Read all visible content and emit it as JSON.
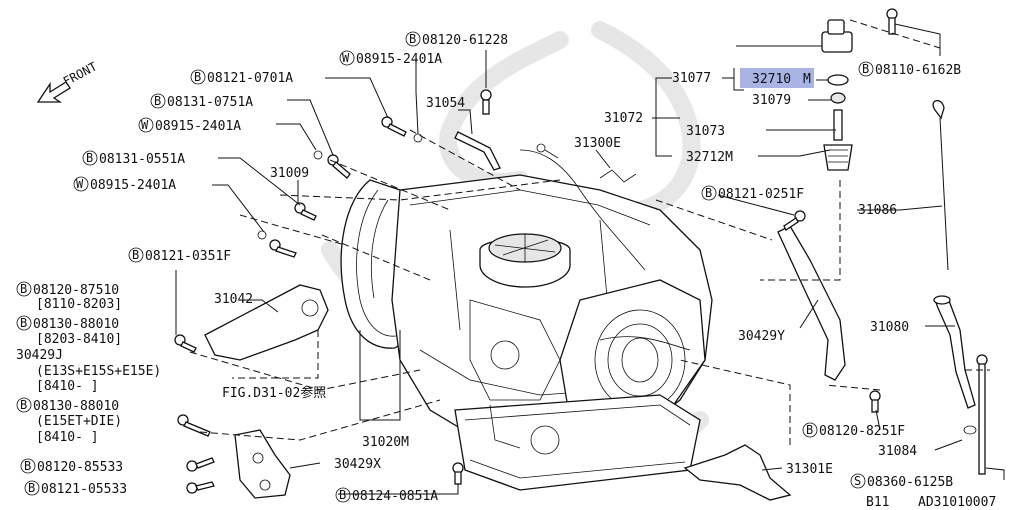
{
  "front_label": "FRONT",
  "sheet_code": "B11",
  "drawing_id": "AD31010007",
  "fig_ref": "FIG.D31-02参照",
  "highlight_part": "32710",
  "parts": {
    "b08120_61228": {
      "prefix": "B",
      "number": "08120-61228"
    },
    "w08915_2401a_top": {
      "prefix": "W",
      "number": "08915-2401A"
    },
    "b08121_0701a": {
      "prefix": "B",
      "number": "08121-0701A"
    },
    "b08131_0751a": {
      "prefix": "B",
      "number": "08131-0751A"
    },
    "w08915_2401a_mid": {
      "prefix": "W",
      "number": "08915-2401A"
    },
    "b08131_0551a": {
      "prefix": "B",
      "number": "08131-0551A"
    },
    "w08915_2401a_low": {
      "prefix": "W",
      "number": "08915-2401A"
    },
    "b08121_0351f": {
      "prefix": "B",
      "number": "08121-0351F"
    },
    "b08120_87510": {
      "prefix": "B",
      "number": "08120-87510"
    },
    "b08130_88010_a": {
      "prefix": "B",
      "number": "08130-88010"
    },
    "b08130_88010_b": {
      "prefix": "B",
      "number": "08130-88010"
    },
    "b08120_85533": {
      "prefix": "B",
      "number": "08120-85533"
    },
    "b08121_05533": {
      "prefix": "B",
      "number": "08121-05533"
    },
    "b08124_0851a": {
      "prefix": "B",
      "number": "08124-0851A"
    },
    "b08110_6162b": {
      "prefix": "B",
      "number": "08110-6162B"
    },
    "b08121_0251f": {
      "prefix": "B",
      "number": "08121-0251F"
    },
    "b08120_8251f": {
      "prefix": "B",
      "number": "08120-8251F"
    },
    "s08360_6125b": {
      "prefix": "S",
      "number": "08360-6125B"
    }
  },
  "notes": {
    "range_8110_8203": "[8110-8203]",
    "range_8203_8410": "[8203-8410]",
    "p30429j": "30429J",
    "e13s": "(E13S+E15S+E15E)",
    "range_8410a": "[8410-    ]",
    "e15et": "(E15ET+DIE)",
    "range_8410b": "[8410-    ]"
  },
  "part_numbers": {
    "p31054": "31054",
    "p31009": "31009",
    "p31042": "31042",
    "p31020m": "31020M",
    "p30429x": "30429X",
    "p31077": "31077",
    "p32710": "32710",
    "p32710_suffix": "M",
    "p31079": "31079",
    "p31072": "31072",
    "p31073": "31073",
    "p32712m": "32712M",
    "p31300e": "31300E",
    "p31086": "31086",
    "p30429y": "30429Y",
    "p31080": "31080",
    "p31084": "31084",
    "p31301e": "31301E"
  }
}
